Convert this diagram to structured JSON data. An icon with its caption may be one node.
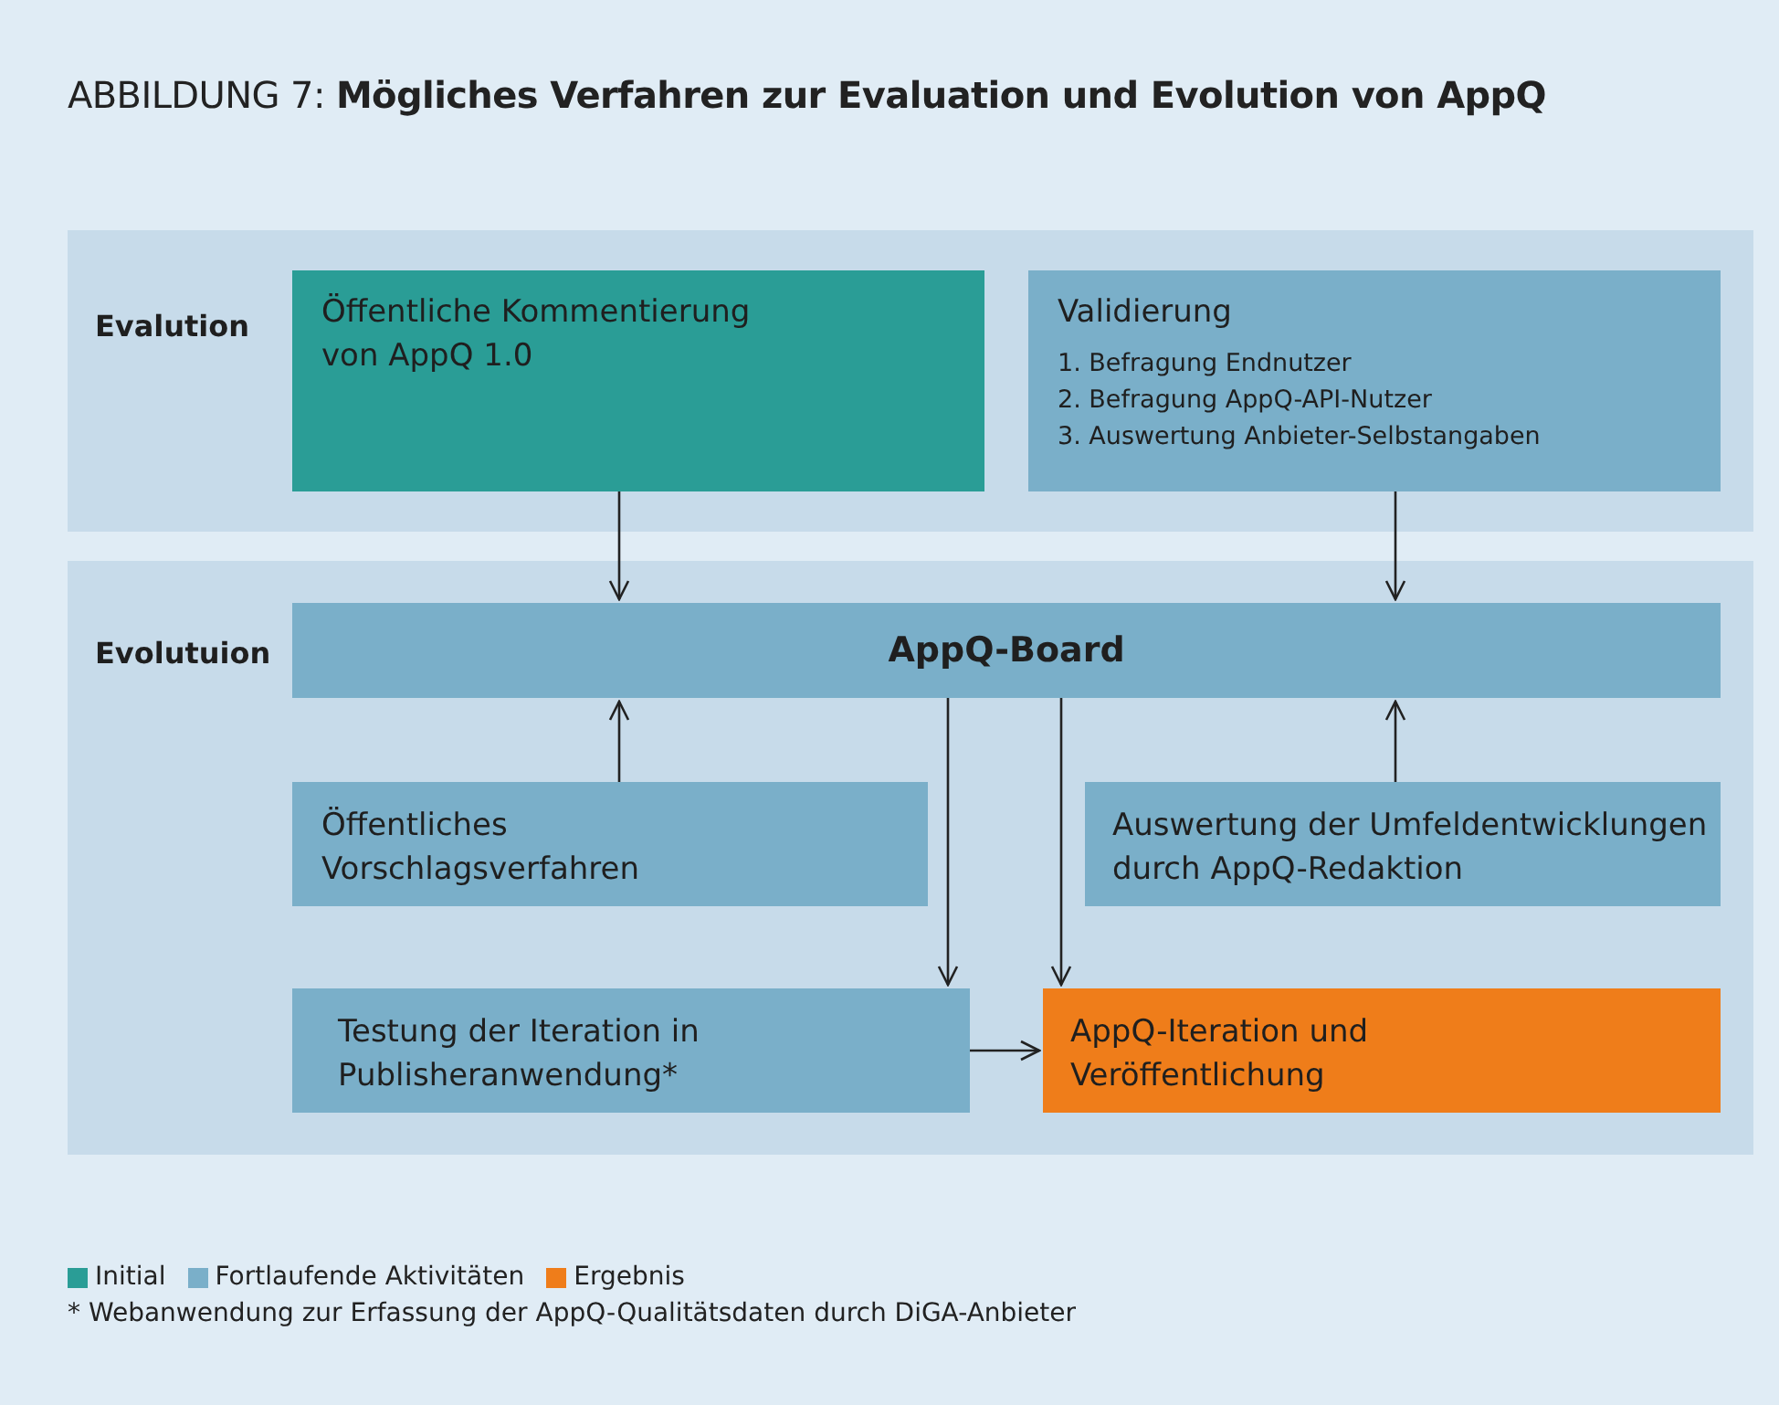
{
  "diagram": {
    "title": "ABBILDUNG 7: **Mögliches Verfahren zur Evaluation und Evolution von AppQ**",
    "nodes": [
      {
        "text": [
          "Evalution"
        ]
      },
      {
        "text": [
          "Öffentliche Kommentierung von AppQ 1.0"
        ],
        "in": 0
      },
      {
        "text": [
          "Validierung",
          "1. Befragung Endnutzer",
          "2. Befragung AppQ-API-Nutzer",
          "3. Auswertung Anbieter-Selbstangaben"
        ],
        "in": 0
      },
      {
        "text": [
          "Evolutuion"
        ]
      },
      {
        "text": [
          "AppQ-Board"
        ],
        "in": 3
      },
      {
        "text": [
          "Öffentliches Vorschlagsverfahren"
        ],
        "in": 3
      },
      {
        "text": [
          "Auswertung der Umfeldentwicklungen durch AppQ-Redaktion"
        ],
        "in": 3
      },
      {
        "text": [
          "Testung der Iteration in Publisheranwendung*"
        ],
        "in": 3
      },
      {
        "text": [
          "AppQ-Iteration und Veröffentlichung"
        ],
        "in": 3
      }
    ],
    "edges": [
      {
        "from": 1,
        "to": 4,
        "arrow": "to"
      },
      {
        "from": 2,
        "to": 4,
        "arrow": "to"
      },
      {
        "from": 5,
        "to": 4,
        "arrow": "to"
      },
      {
        "from": 6,
        "to": 4,
        "arrow": "to"
      },
      {
        "from": 4,
        "to": 7,
        "arrow": "to"
      },
      {
        "from": 4,
        "to": 8,
        "arrow": "to"
      },
      {
        "from": 7,
        "to": 8,
        "arrow": "to"
      }
    ],
    "labels": [
      "* Webanwendung zur Erfassung der AppQ-Qualitätsdaten durch DiGA-Anbieter"
    ],
    "legend": [
      {
        "text": "Initial",
        "color": "#2a9d96"
      },
      {
        "text": "Fortlaufende Aktivitäten",
        "color": "#7aafc9"
      },
      {
        "text": "Ergebnis",
        "color": "#ef7d1a"
      }
    ]
  }
}
